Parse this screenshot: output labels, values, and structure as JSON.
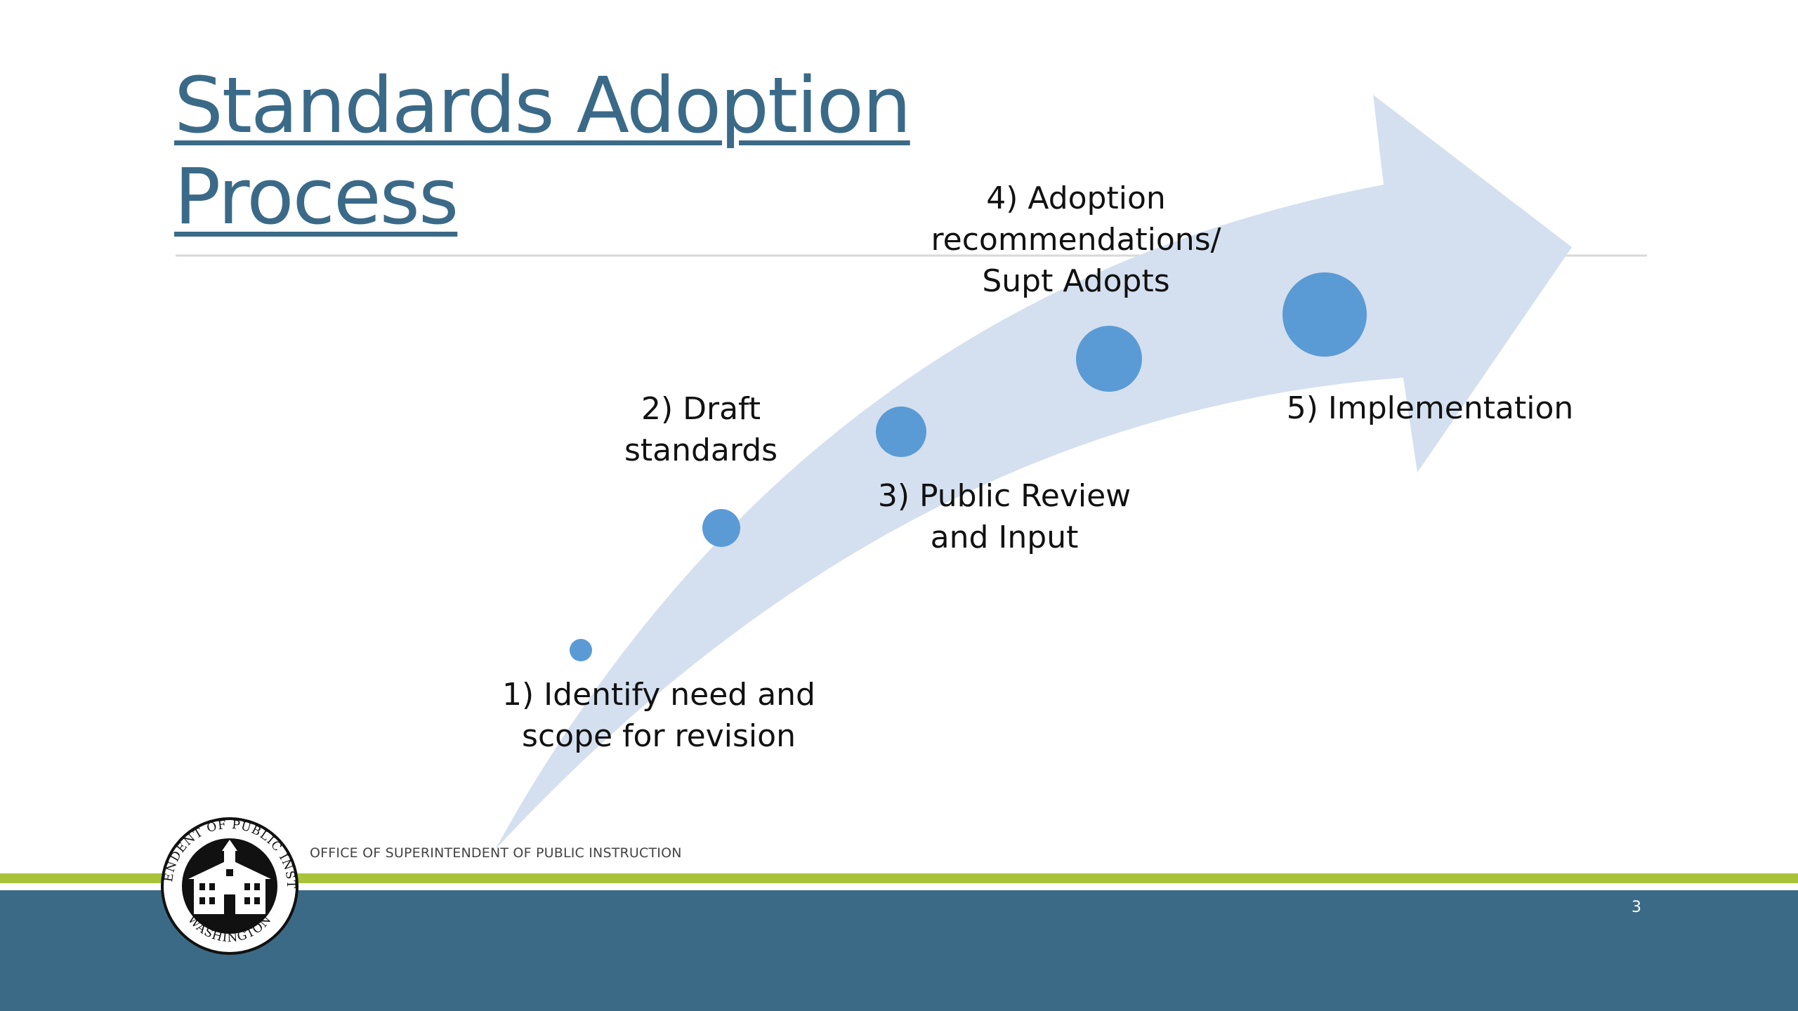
{
  "slide": {
    "title_lines": [
      "Standards Adoption",
      "Process"
    ],
    "page_number": "3",
    "footer_text": "OFFICE OF SUPERINTENDENT OF PUBLIC INSTRUCTION",
    "seal": {
      "icon": "state-seal-schoolhouse-icon",
      "ring_text": "SUPERINTENDENT OF PUBLIC INSTRUCTION",
      "bottom_text": "WASHINGTON"
    }
  },
  "process": {
    "steps": [
      {
        "number": "1",
        "lines": [
          "1) Identify need and",
          "scope for revision"
        ]
      },
      {
        "number": "2",
        "lines": [
          "2) Draft",
          "standards"
        ]
      },
      {
        "number": "3",
        "lines": [
          "3) Public Review",
          "and Input"
        ]
      },
      {
        "number": "4",
        "lines": [
          "4) Adoption",
          "recommendations/",
          "Supt Adopts"
        ]
      },
      {
        "number": "5",
        "lines": [
          "5) Implementation"
        ]
      }
    ]
  },
  "colors": {
    "title": "#3a6a88",
    "arrow": "#d4e0ef",
    "dot": "#5b9bd5",
    "band_green": "#a8c23a",
    "band_blue": "#3b6a86",
    "divider": "#d9d9d9"
  }
}
